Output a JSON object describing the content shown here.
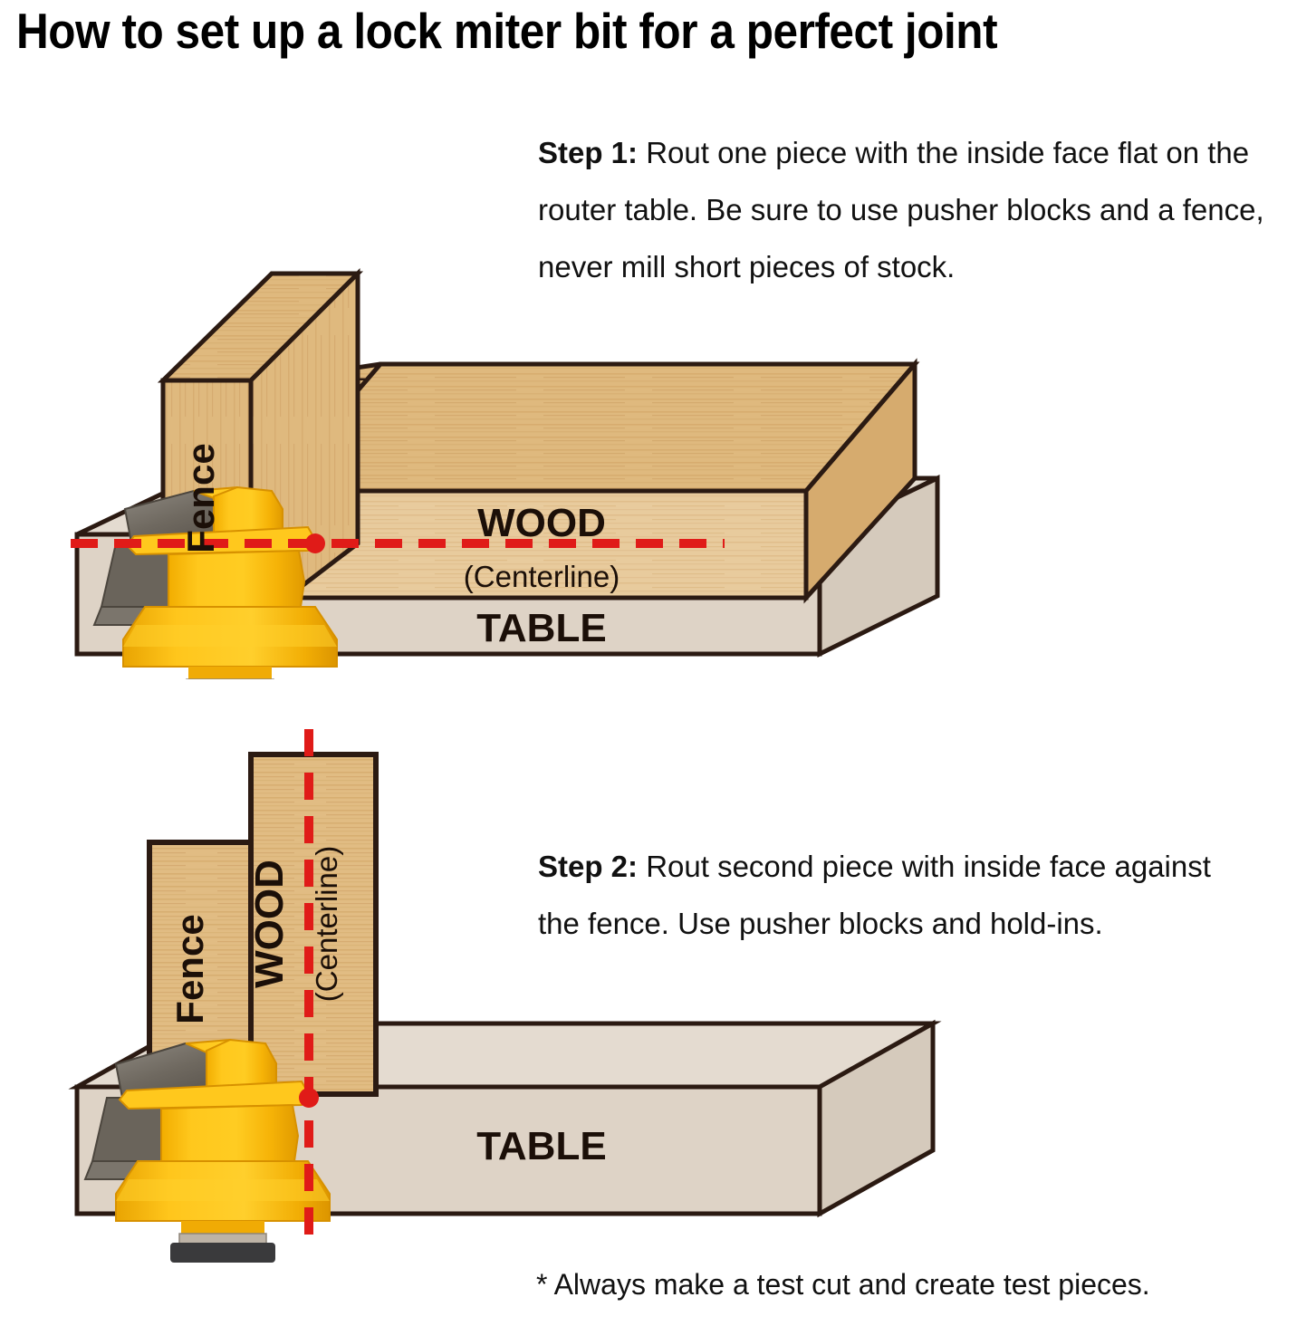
{
  "title": "How to set up a lock miter bit for a perfect joint",
  "steps": [
    {
      "id": "step-1",
      "label": "Step 1:",
      "body": " Rout one piece with the inside face flat on the router table. Be sure to use pusher blocks and a fence, never mill short pieces of stock.",
      "diagram": {
        "fence_label": "Fence",
        "wood_label": "WOOD",
        "centerline_label": "(Centerline)",
        "table_label": "TABLE",
        "centerline_orientation": "horizontal"
      }
    },
    {
      "id": "step-2",
      "label": "Step 2:",
      "body": " Rout second piece with inside face against the fence. Use pusher blocks and hold-ins.",
      "diagram": {
        "fence_label": "Fence",
        "wood_label": "WOOD",
        "centerline_label": "(Centerline)",
        "table_label": "TABLE",
        "centerline_orientation": "vertical"
      }
    }
  ],
  "footnote": "* Always make a test cut and create test pieces.",
  "colors": {
    "wood_top": "#dfb97e",
    "wood_face": "#e8cb9d",
    "wood_side": "#d6ab6e",
    "table_top": "#e0d6c9",
    "table_face": "#d9cec0",
    "outline": "#2b1a12",
    "centerline_red": "#e01b18",
    "bit_yellow": "#ffc20a",
    "bit_yellow_dark": "#e8a100",
    "bit_steel": "#7b756c",
    "bit_steel_dark": "#595349",
    "shank_dark": "#3a3a3c",
    "background": "#ffffff"
  }
}
